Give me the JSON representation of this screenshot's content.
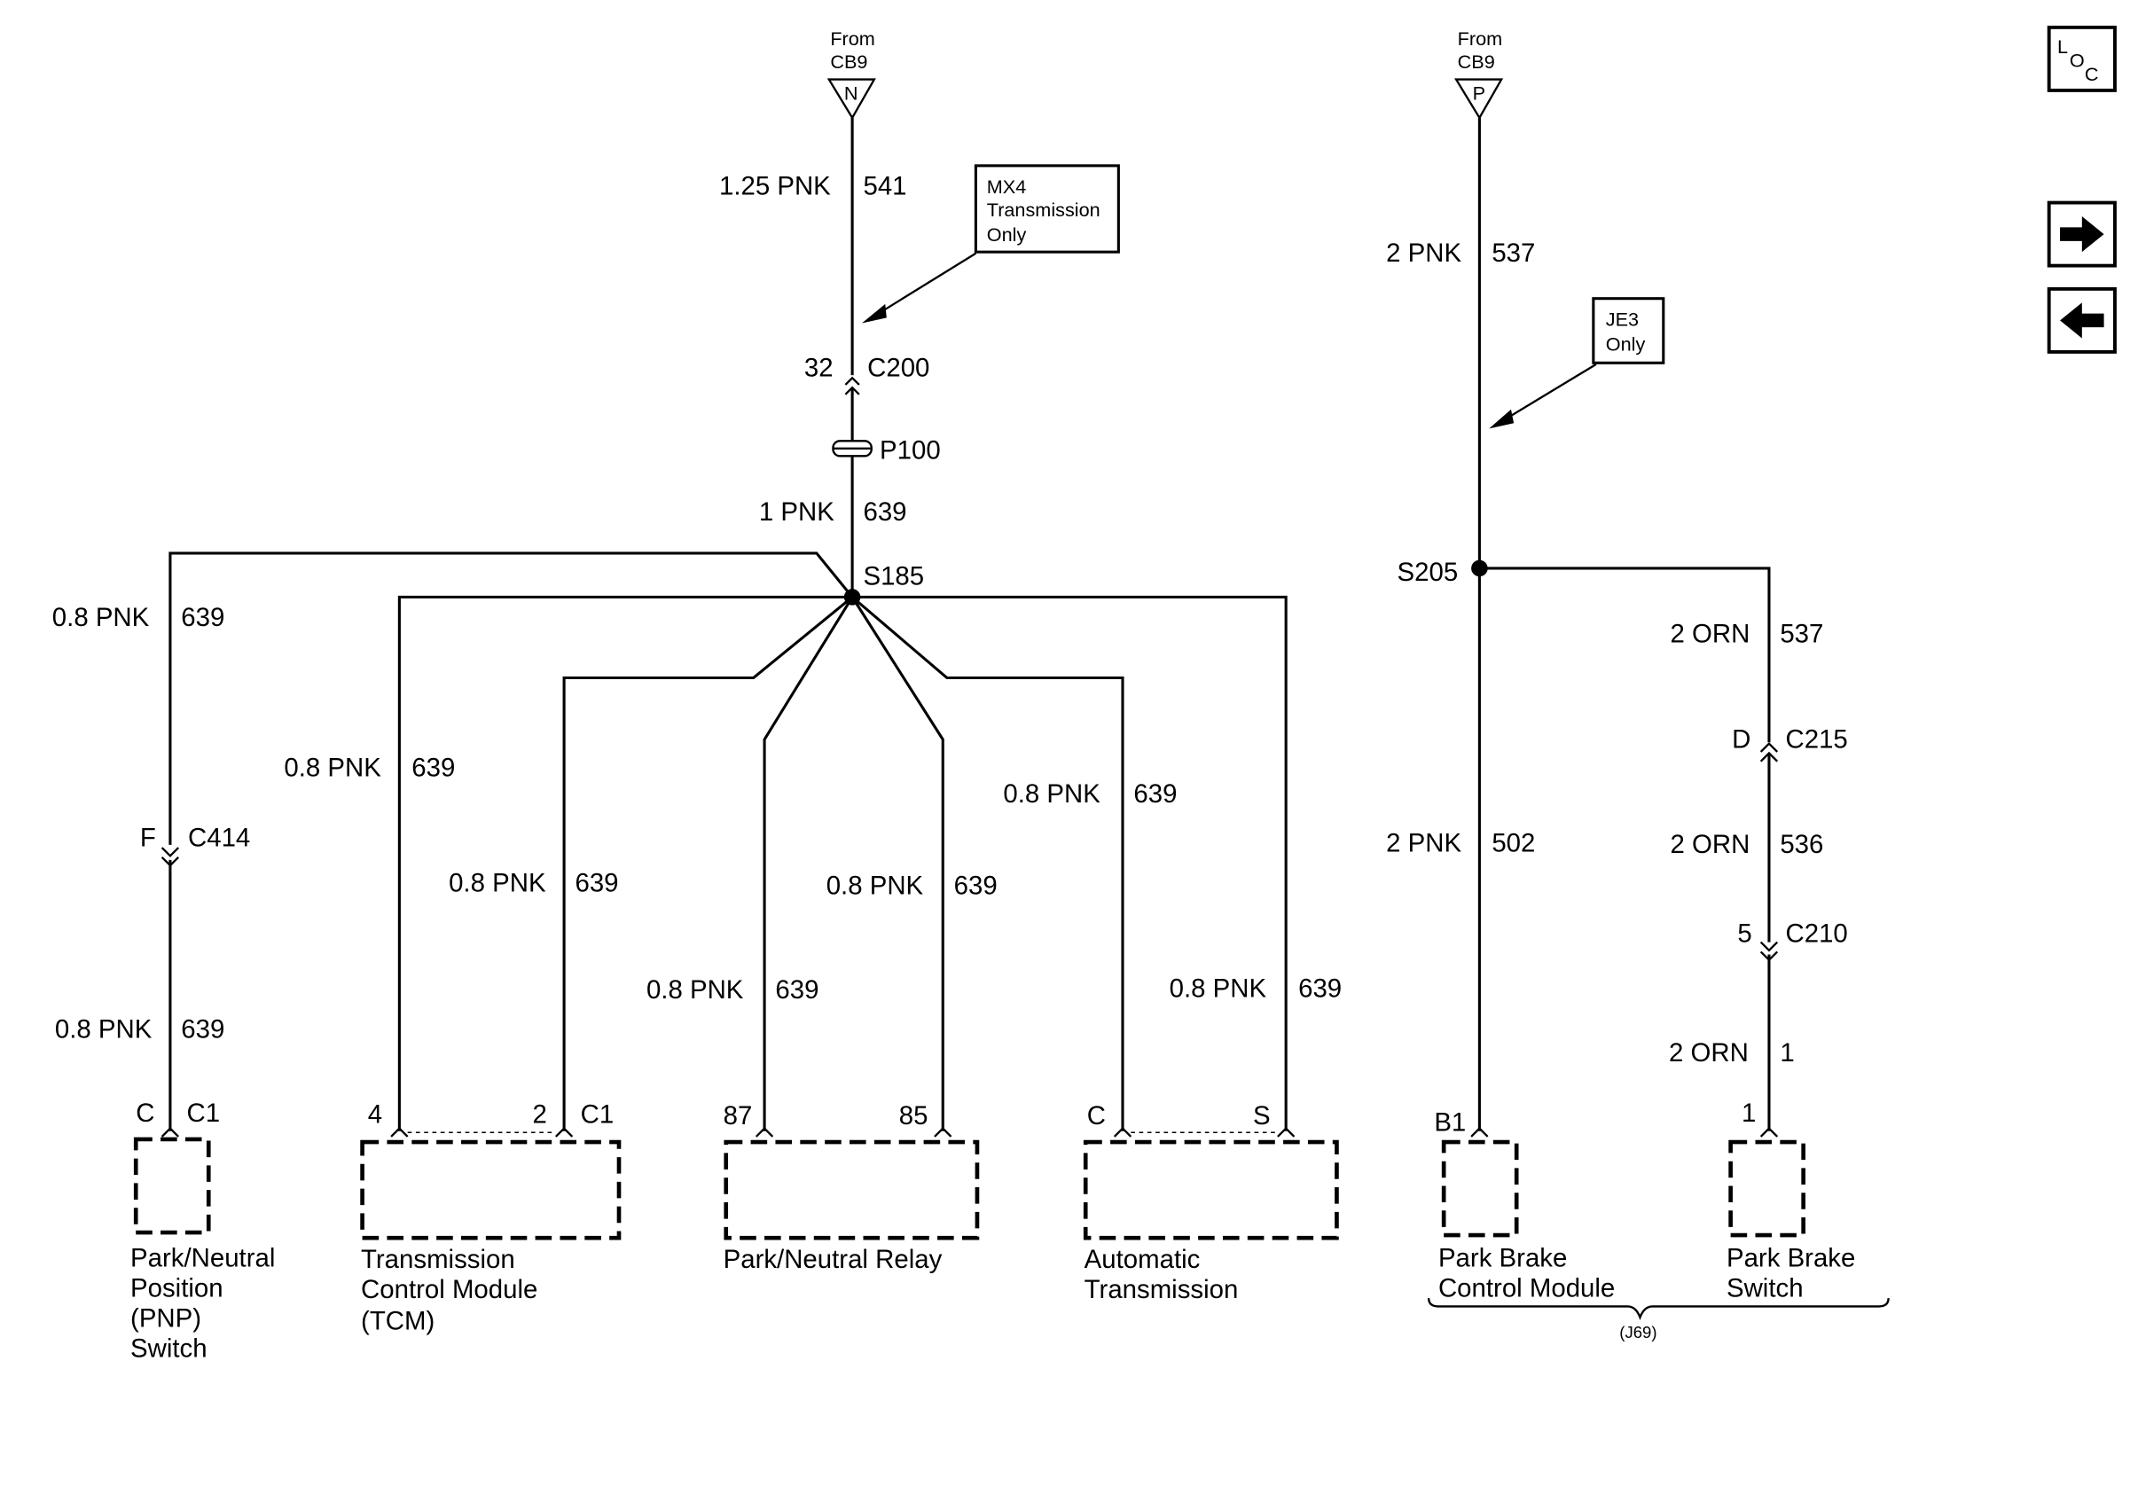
{
  "sources": {
    "left": {
      "from": "From",
      "source": "CB9",
      "pin": "N"
    },
    "right": {
      "from": "From",
      "source": "CB9",
      "pin": "P"
    }
  },
  "notes": {
    "mx4": [
      "MX4",
      "Transmission",
      "Only"
    ],
    "je3": [
      "JE3",
      "Only"
    ]
  },
  "left_circuit": {
    "w541_gauge": "1.25 PNK",
    "w541_circuit": "541",
    "c200_pin": "32",
    "c200_name": "C200",
    "p100": "P100",
    "w639_gauge": "1 PNK",
    "w639_circuit": "639",
    "splice": "S185"
  },
  "branches": {
    "pnp_upper_gauge": "0.8 PNK",
    "pnp_upper_circuit": "639",
    "c414_pin": "F",
    "c414_name": "C414",
    "pnp_lower_gauge": "0.8 PNK",
    "pnp_lower_circuit": "639",
    "tcm4_gauge": "0.8 PNK",
    "tcm4_circuit": "639",
    "tcm2_gauge": "0.8 PNK",
    "tcm2_circuit": "639",
    "relay87_gauge": "0.8 PNK",
    "relay87_circuit": "639",
    "relay85_gauge": "0.8 PNK",
    "relay85_circuit": "639",
    "atc_gauge": "0.8 PNK",
    "atc_circuit": "639",
    "ats_gauge": "0.8 PNK",
    "ats_circuit": "639"
  },
  "pins": {
    "pnp_pin": "C",
    "pnp_conn": "C1",
    "tcm_pin4": "4",
    "tcm_pin2": "2",
    "tcm_conn": "C1",
    "relay_pin87": "87",
    "relay_pin85": "85",
    "at_pinC": "C",
    "at_pinS": "S",
    "pbcm_pin": "B1",
    "pbs_pin": "1"
  },
  "components": {
    "pnp": [
      "Park/Neutral",
      "Position",
      "(PNP)",
      "Switch"
    ],
    "tcm": [
      "Transmission",
      "Control Module",
      "(TCM)"
    ],
    "relay": [
      "Park/Neutral Relay"
    ],
    "at": [
      "Automatic",
      "Transmission"
    ],
    "pbcm": [
      "Park Brake",
      "Control Module"
    ],
    "pbs": [
      "Park Brake",
      "Switch"
    ],
    "group": "(J69)"
  },
  "right_circuit": {
    "w537_gauge": "2 PNK",
    "w537_circuit": "537",
    "splice": "S205",
    "w502_gauge": "2 PNK",
    "w502_circuit": "502",
    "orn537_gauge": "2 ORN",
    "orn537_circuit": "537",
    "c215_pin": "D",
    "c215_name": "C215",
    "orn536_gauge": "2 ORN",
    "orn536_circuit": "536",
    "c210_pin": "5",
    "c210_name": "C210",
    "orn1_gauge": "2 ORN",
    "orn1_circuit": "1"
  },
  "nav": {
    "loc": [
      "L",
      "O",
      "C"
    ],
    "next_icon": "arrow-right-icon",
    "prev_icon": "arrow-left-icon"
  }
}
